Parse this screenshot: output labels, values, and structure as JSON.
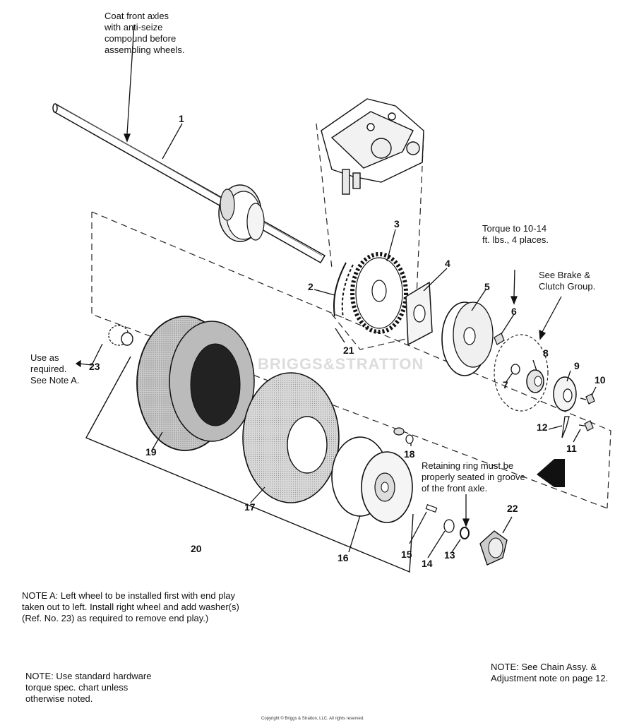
{
  "notes": {
    "axle_coat": "Coat front axles\nwith anti-seize\ncompound before\nassembling wheels.",
    "torque": "Torque to 10-14\nft. lbs., 4 places.",
    "brake_clutch": "See Brake &\nClutch Group.",
    "use_as_required": "Use as\nrequired.\nSee Note A.",
    "retaining_ring": "Retaining ring must be\nproperly seated in groove\nof the front axle.",
    "note_a": "NOTE A: Left wheel to be installed first with end play\ntaken out to left. Install right wheel and add washer(s)\n(Ref. No. 23) as required to remove end play.)",
    "note_hardware": "NOTE: Use standard hardware\ntorque spec. chart unless\notherwise noted.",
    "note_chain": "NOTE: See Chain Assy. &\nAdjustment note on page 12."
  },
  "callouts": {
    "c1": "1",
    "c2": "2",
    "c3": "3",
    "c4": "4",
    "c5": "5",
    "c6": "6",
    "c7": "7",
    "c8": "8",
    "c9": "9",
    "c10": "10",
    "c11": "11",
    "c12": "12",
    "c13": "13",
    "c14": "14",
    "c15": "15",
    "c16": "16",
    "c17": "17",
    "c18": "18",
    "c19": "19",
    "c20": "20",
    "c21": "21",
    "c22": "22",
    "c23": "23"
  },
  "watermark": "BRIGGS&STRATTON",
  "copyright": "Copyright © Briggs & Stratton, LLC. All rights reserved."
}
